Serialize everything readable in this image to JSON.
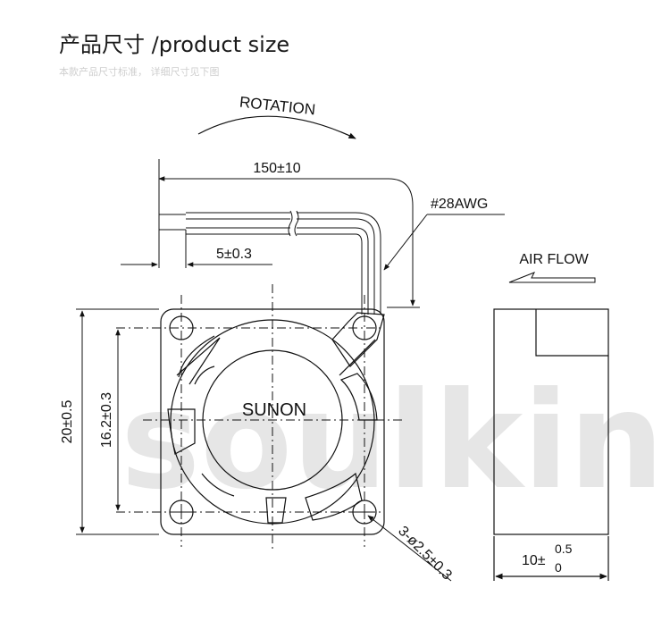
{
  "header": {
    "title": "产品尺寸 /product size",
    "subtitle": "本款产品尺寸标准， 详细尺寸见下图"
  },
  "watermark": "soulking",
  "labels": {
    "rotation": "ROTATION",
    "cable_length": "150±10",
    "wire_gauge": "#28AWG",
    "strip_length": "5±0.3",
    "air_flow": "AIR FLOW",
    "brand": "SUNON",
    "outer_size": "20±0.5",
    "hole_spacing": "16.2±0.3",
    "holes": "3-ø2.5±0.3",
    "thickness_base": "10±",
    "thickness_upper": "0.5",
    "thickness_lower": "0"
  },
  "colors": {
    "line": "#111111",
    "watermark": "#e6e6e6"
  }
}
